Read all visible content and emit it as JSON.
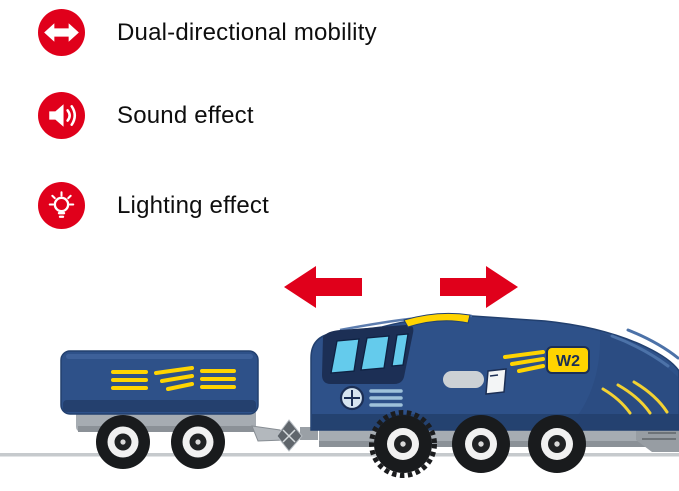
{
  "features": [
    {
      "icon": "dual-direction-arrows-icon",
      "label": "Dual-directional mobility"
    },
    {
      "icon": "speaker-icon",
      "label": "Sound effect"
    },
    {
      "icon": "lightbulb-icon",
      "label": "Lighting effect"
    }
  ],
  "icon_style": {
    "circle_color": "#e0001b",
    "glyph_color": "#ffffff"
  },
  "arrows": {
    "left": "left-direction-arrow",
    "right": "right-direction-arrow",
    "color": "#e0001b"
  },
  "train": {
    "badge_label": "W2",
    "colors": {
      "body_blue": "#2e5189",
      "shadow_navy": "#24406e",
      "cab_navy": "#1c2f55",
      "window_blue": "#64cbec",
      "detail_yellow": "#ffd400",
      "chassis_gray": "#a6acb2",
      "wheel_black": "#191b1d",
      "track_gray": "#c6cacd"
    }
  }
}
